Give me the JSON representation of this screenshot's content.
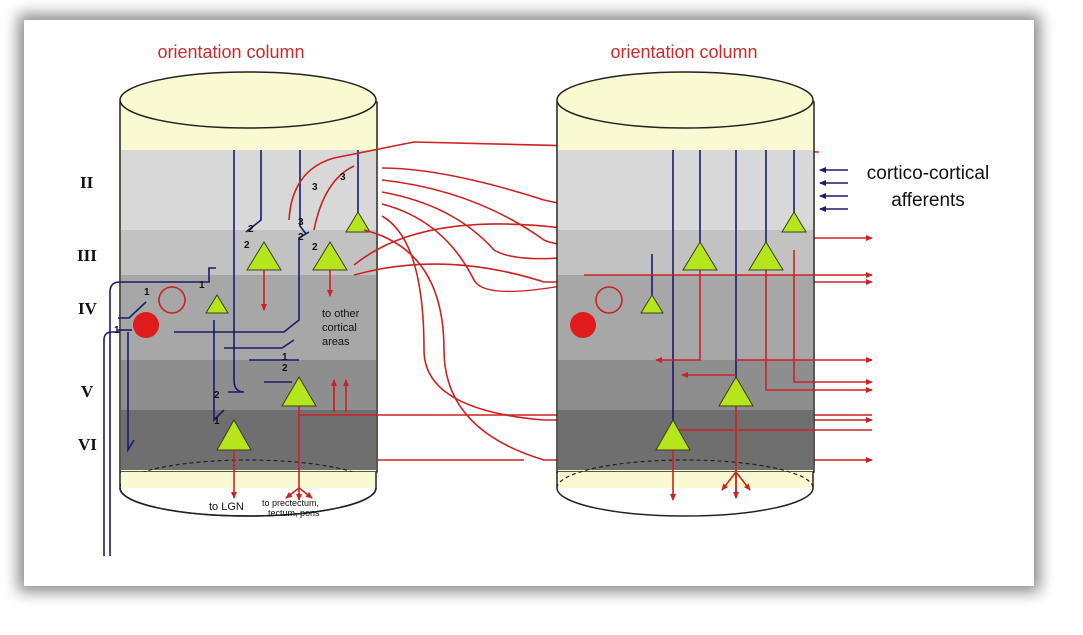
{
  "colors": {
    "excitatory_axon": "#cc2222",
    "afferent": "#1a1a6e",
    "pyramidal_cell": "#b5e61d",
    "inhibitory_cell": "#e01b1b",
    "column_cap": "#fafad2"
  },
  "left_column": {
    "title": "orientation column",
    "layers": [
      "II",
      "III",
      "IV",
      "V",
      "VI"
    ],
    "notes": {
      "other_areas": [
        "to other",
        "cortical",
        "areas"
      ],
      "lgn": "to LGN",
      "prectectum": [
        "to prectectum,",
        "tectum, pons"
      ]
    },
    "synapse_numbers": [
      "1",
      "1",
      "1",
      "1",
      "2",
      "2",
      "2",
      "2",
      "2",
      "1",
      "2",
      "3",
      "3",
      "3"
    ]
  },
  "right_column": {
    "title": "orientation column"
  },
  "legend": {
    "line1": "cortico-cortical",
    "line2": "afferents"
  }
}
